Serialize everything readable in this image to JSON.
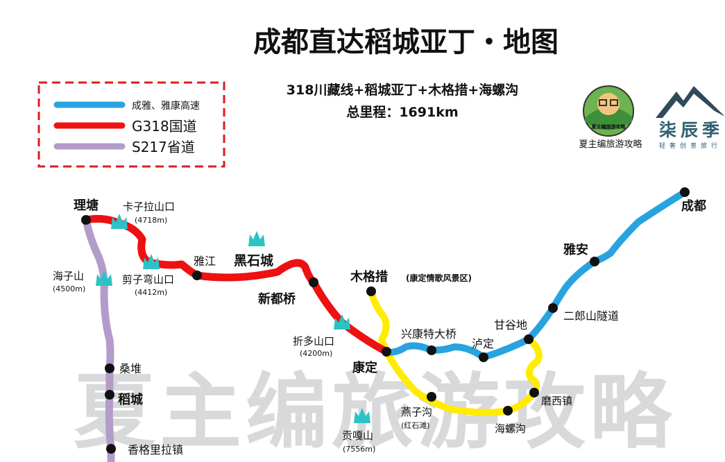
{
  "title": "成都直达稻城亚丁・地图",
  "subtitle": {
    "line1": "318川藏线+稻城亚丁+木格措+海螺沟",
    "line2": "总里程：1691km"
  },
  "legend": [
    {
      "label": "成雅、雅康高速",
      "color": "#29a3df"
    },
    {
      "label": "G318国道",
      "color": "#ee1111"
    },
    {
      "label": "S217省道",
      "color": "#b39cc9"
    }
  ],
  "logos": {
    "logo1_text": "夏主编旅游攻略",
    "logo1_badge": "夏主编旅游攻略",
    "logo2_title": "柒辰季",
    "logo2_sub": "轻奢创意旅行"
  },
  "places": {
    "chengdu": "成都",
    "yaan": "雅安",
    "erlangshan": "二郎山隧道",
    "ganguodi": "甘谷地",
    "luding": "泸定",
    "xingkang": "兴康特大桥",
    "kangding": "康定",
    "mugecuo": "木格措",
    "mugecuo_note": "(康定情歌风景区)",
    "xinduqiao": "新都桥",
    "heishicheng": "黑石城",
    "yajiang": "雅江",
    "litang": "理塘",
    "sangdui": "桑堆",
    "daocheng": "稻城",
    "xianggelila": "香格里拉镇",
    "yanzigou": "燕子沟",
    "yanzigou_note": "(红石滩)",
    "hailuogou": "海螺沟",
    "moxi": "磨西镇"
  },
  "passes": {
    "kazila": "卡子拉山口",
    "kazila_alt": "(4718m)",
    "jianziwan": "剪子弯山口",
    "jianziwan_alt": "(4412m)",
    "haizishan": "海子山",
    "haizishan_alt": "(4500m)",
    "zheduo": "折多山口",
    "zheduo_alt": "(4200m)",
    "gongga": "贡嘎山",
    "gongga_alt": "(7556m)"
  },
  "watermark": "夏主编旅游攻略",
  "colors": {
    "highway": "#29a3df",
    "g318": "#ee1111",
    "s217": "#b39cc9",
    "yellow": "#ffec00",
    "mountain": "#2bc3c6"
  }
}
